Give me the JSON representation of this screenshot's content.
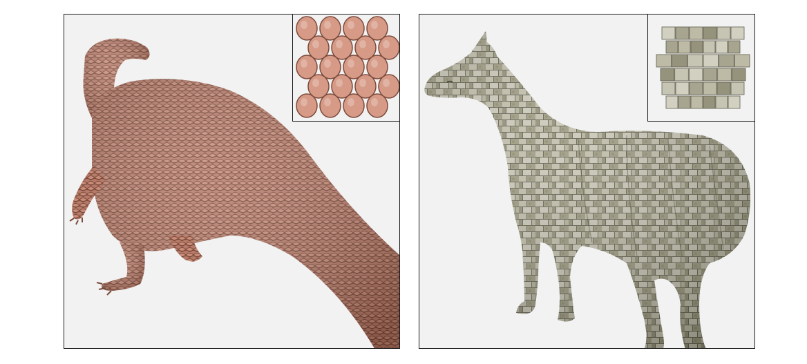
{
  "panels": [
    {
      "id": "left",
      "subject": "dinosaur",
      "texture": "scales",
      "colors": {
        "base": "#b67a68",
        "dark": "#7a4a3c",
        "light": "#d69a86",
        "background": "#f2f2f2"
      }
    },
    {
      "id": "right",
      "subject": "horse",
      "texture": "wood-shingles",
      "colors": {
        "base": "#a7a48f",
        "dark": "#5e5d4c",
        "light": "#d2d0c0",
        "moss": "#7b7e55",
        "background": "#f2f2f2"
      }
    }
  ]
}
